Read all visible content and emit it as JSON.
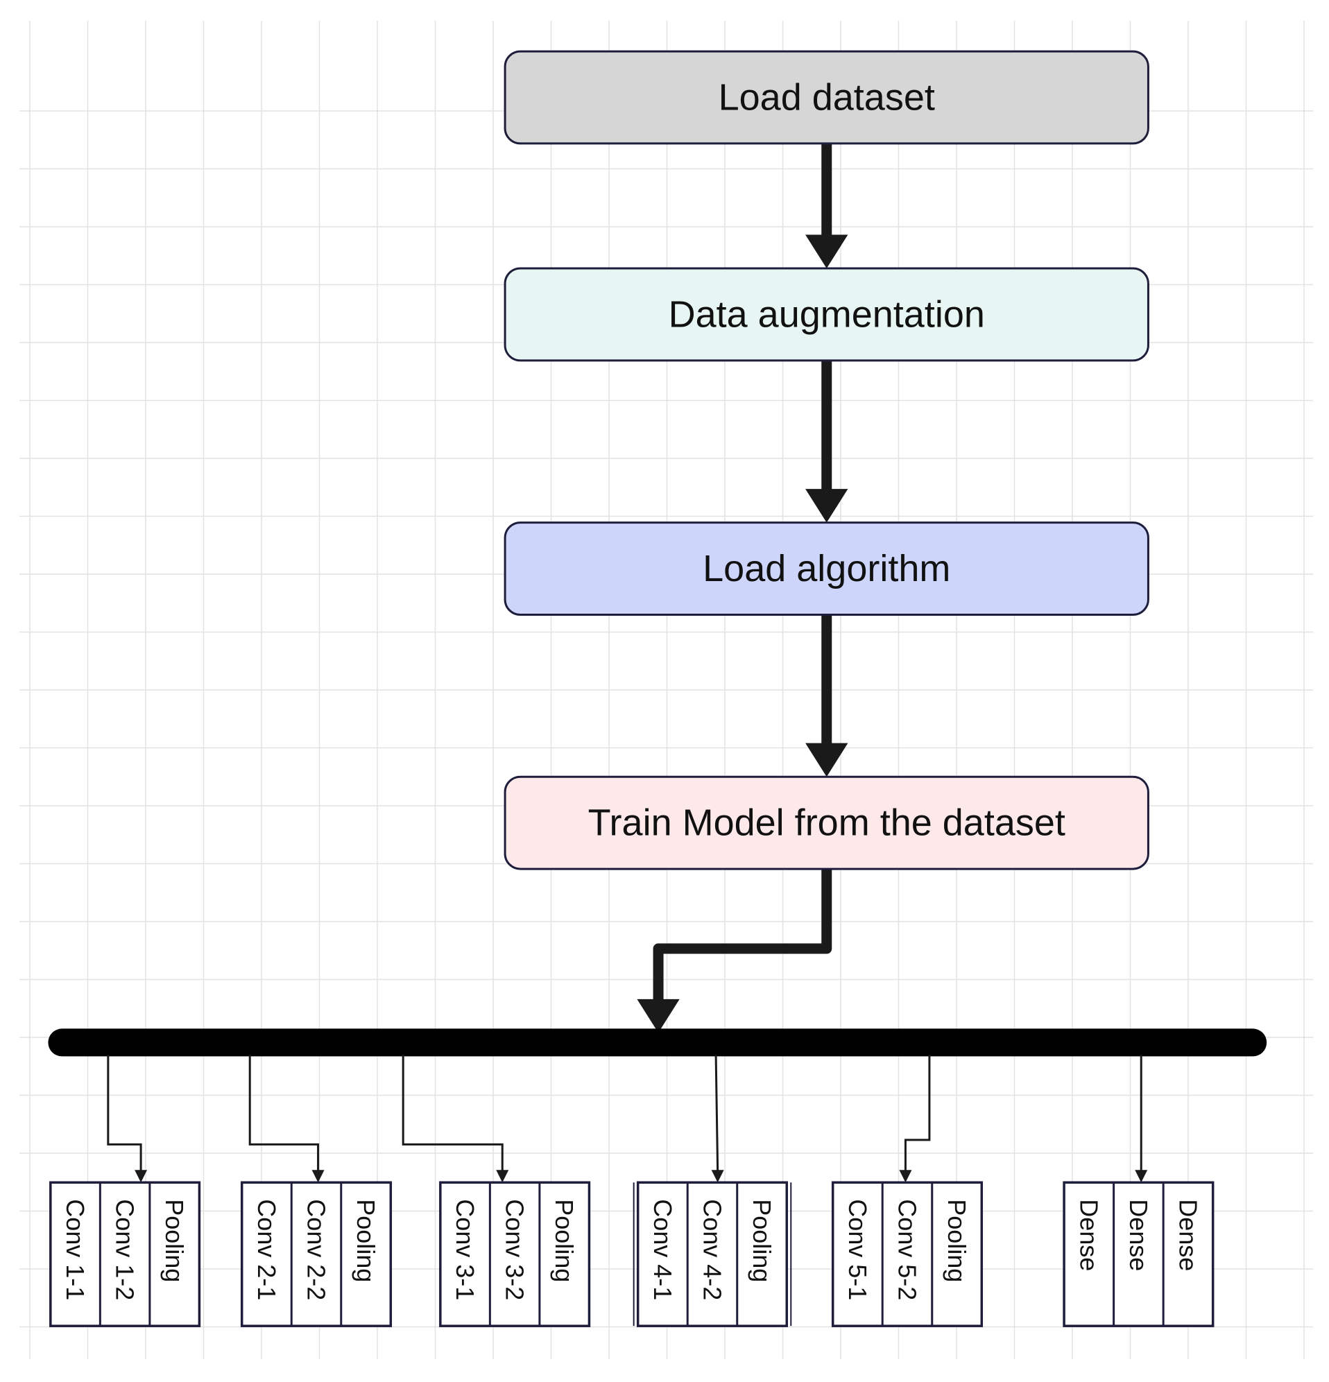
{
  "colors": {
    "grid": "#e2e2e2",
    "box_border": "#1e1e3c",
    "arrow": "#1a1a1a",
    "bus": "#000000"
  },
  "steps": [
    {
      "label": "Load dataset",
      "fill": "#d6d6d6"
    },
    {
      "label": "Data augmentation",
      "fill": "#e8f6f3"
    },
    {
      "label": "Load algorithm",
      "fill": "#cdd5fb"
    },
    {
      "label": "Train Model from the dataset",
      "fill": "#fde9ea"
    }
  ],
  "layer_groups": [
    {
      "layers": [
        "Conv 1-1",
        "Conv 1-2",
        "Pooling"
      ]
    },
    {
      "layers": [
        "Conv 2-1",
        "Conv 2-2",
        "Pooling"
      ]
    },
    {
      "layers": [
        "Conv 3-1",
        "Conv 3-2",
        "Pooling"
      ]
    },
    {
      "layers": [
        "Conv 4-1",
        "Conv 4-2",
        "Pooling"
      ]
    },
    {
      "layers": [
        "Conv 5-1",
        "Conv 5-2",
        "Pooling"
      ]
    },
    {
      "layers": [
        "Dense",
        "Dense",
        "Dense"
      ]
    }
  ]
}
